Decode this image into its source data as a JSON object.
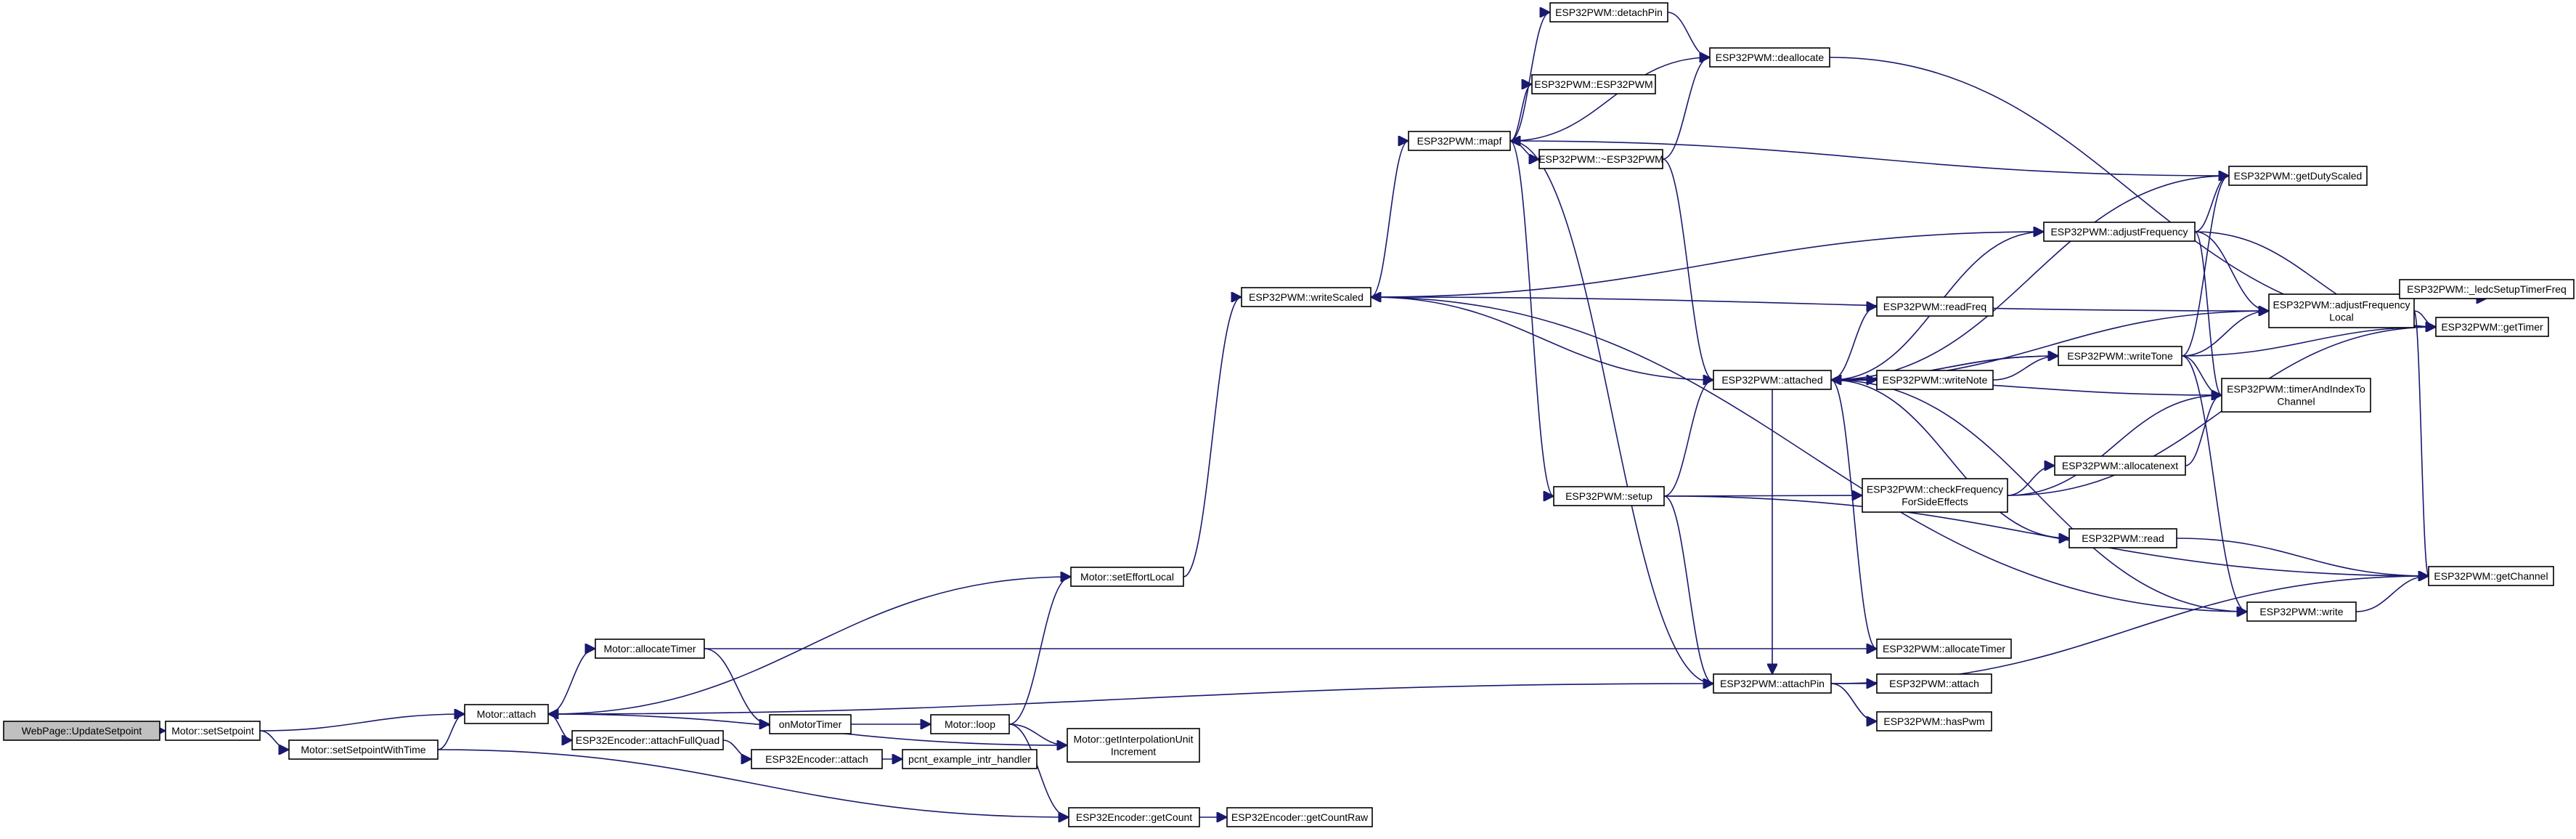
{
  "diagram": {
    "root": "WebPage::UpdateSetpoint",
    "nodes": [
      {
        "id": "webpage_updatesetpoint",
        "lines": [
          "WebPage::UpdateSetpoint"
        ]
      },
      {
        "id": "motor_setsetpoint",
        "lines": [
          "Motor::setSetpoint"
        ]
      },
      {
        "id": "motor_setsetpointwithtime",
        "lines": [
          "Motor::setSetpointWithTime"
        ]
      },
      {
        "id": "motor_attach",
        "lines": [
          "Motor::attach"
        ]
      },
      {
        "id": "motor_allocatetimer",
        "lines": [
          "Motor::allocateTimer"
        ]
      },
      {
        "id": "esp32encoder_attachfullquad",
        "lines": [
          "ESP32Encoder::attachFullQuad"
        ]
      },
      {
        "id": "esp32encoder_attach",
        "lines": [
          "ESP32Encoder::attach"
        ]
      },
      {
        "id": "pcnt_example_intr_handler",
        "lines": [
          "pcnt_example_intr_handler"
        ]
      },
      {
        "id": "onmotortimer",
        "lines": [
          "onMotorTimer"
        ]
      },
      {
        "id": "motor_loop",
        "lines": [
          "Motor::loop"
        ]
      },
      {
        "id": "motor_getinterpolationunitincrement",
        "lines": [
          "Motor::getInterpolationUnit",
          "Increment"
        ]
      },
      {
        "id": "esp32encoder_getcount",
        "lines": [
          "ESP32Encoder::getCount"
        ]
      },
      {
        "id": "esp32encoder_getcountraw",
        "lines": [
          "ESP32Encoder::getCountRaw"
        ]
      },
      {
        "id": "motor_seteffortlocal",
        "lines": [
          "Motor::setEffortLocal"
        ]
      },
      {
        "id": "esp32pwm_writescaled",
        "lines": [
          "ESP32PWM::writeScaled"
        ]
      },
      {
        "id": "esp32pwm_mapf",
        "lines": [
          "ESP32PWM::mapf"
        ]
      },
      {
        "id": "esp32pwm_detachpin",
        "lines": [
          "ESP32PWM::detachPin"
        ]
      },
      {
        "id": "esp32pwm_esp32pwm",
        "lines": [
          "ESP32PWM::ESP32PWM"
        ]
      },
      {
        "id": "esp32pwm_destructor",
        "lines": [
          "ESP32PWM::~ESP32PWM"
        ]
      },
      {
        "id": "esp32pwm_deallocate",
        "lines": [
          "ESP32PWM::deallocate"
        ]
      },
      {
        "id": "esp32pwm_setup",
        "lines": [
          "ESP32PWM::setup"
        ]
      },
      {
        "id": "esp32pwm_attached",
        "lines": [
          "ESP32PWM::attached"
        ]
      },
      {
        "id": "esp32pwm_attachpin",
        "lines": [
          "ESP32PWM::attachPin"
        ]
      },
      {
        "id": "esp32pwm_readfreq",
        "lines": [
          "ESP32PWM::readFreq"
        ]
      },
      {
        "id": "esp32pwm_writenote",
        "lines": [
          "ESP32PWM::writeNote"
        ]
      },
      {
        "id": "esp32pwm_checkfrequencyforsideeffects",
        "lines": [
          "ESP32PWM::checkFrequency",
          "ForSideEffects"
        ]
      },
      {
        "id": "esp32pwm_read",
        "lines": [
          "ESP32PWM::read"
        ]
      },
      {
        "id": "esp32pwm_allocatetimer",
        "lines": [
          "ESP32PWM::allocateTimer"
        ]
      },
      {
        "id": "esp32pwm_attach",
        "lines": [
          "ESP32PWM::attach"
        ]
      },
      {
        "id": "esp32pwm_haspwm",
        "lines": [
          "ESP32PWM::hasPwm"
        ]
      },
      {
        "id": "esp32pwm_adjustfrequency",
        "lines": [
          "ESP32PWM::adjustFrequency"
        ]
      },
      {
        "id": "esp32pwm_writetone",
        "lines": [
          "ESP32PWM::writeTone"
        ]
      },
      {
        "id": "esp32pwm_allocatenext",
        "lines": [
          "ESP32PWM::allocatenext"
        ]
      },
      {
        "id": "esp32pwm_getdutyscaled",
        "lines": [
          "ESP32PWM::getDutyScaled"
        ]
      },
      {
        "id": "esp32pwm_adjustfrequencylocal",
        "lines": [
          "ESP32PWM::adjustFrequency",
          "Local"
        ]
      },
      {
        "id": "esp32pwm_timerandindextochannel",
        "lines": [
          "ESP32PWM::timerAndIndexTo",
          "Channel"
        ]
      },
      {
        "id": "esp32pwm_write",
        "lines": [
          "ESP32PWM::write"
        ]
      },
      {
        "id": "esp32pwm_getchannel",
        "lines": [
          "ESP32PWM::getChannel"
        ]
      },
      {
        "id": "esp32pwm_gettimer",
        "lines": [
          "ESP32PWM::getTimer"
        ]
      },
      {
        "id": "esp32pwm_ledcsetuptimerfreq",
        "lines": [
          "ESP32PWM::_ledcSetupTimerFreq"
        ]
      }
    ],
    "edges": [
      [
        "webpage_updatesetpoint",
        "motor_setsetpoint"
      ],
      [
        "motor_setsetpoint",
        "motor_attach"
      ],
      [
        "motor_setsetpoint",
        "motor_setsetpointwithtime"
      ],
      [
        "motor_setsetpointwithtime",
        "motor_attach"
      ],
      [
        "motor_setsetpointwithtime",
        "esp32encoder_getcount"
      ],
      [
        "motor_attach",
        "motor_allocatetimer"
      ],
      [
        "motor_attach",
        "esp32encoder_attachfullquad"
      ],
      [
        "motor_attach",
        "esp32pwm_attachpin"
      ],
      [
        "motor_allocatetimer",
        "onmotortimer"
      ],
      [
        "motor_allocatetimer",
        "esp32pwm_allocatetimer"
      ],
      [
        "esp32encoder_attachfullquad",
        "esp32encoder_attach"
      ],
      [
        "esp32encoder_attach",
        "pcnt_example_intr_handler"
      ],
      [
        "onmotortimer",
        "motor_loop"
      ],
      [
        "motor_loop",
        "motor_seteffortlocal"
      ],
      [
        "motor_loop",
        "motor_getinterpolationunitincrement"
      ],
      [
        "motor_loop",
        "esp32encoder_getcount"
      ],
      [
        "motor_getinterpolationunitincrement",
        "motor_attach"
      ],
      [
        "esp32encoder_getcount",
        "esp32encoder_getcountraw"
      ],
      [
        "motor_seteffortlocal",
        "motor_attach"
      ],
      [
        "motor_seteffortlocal",
        "esp32pwm_writescaled"
      ],
      [
        "esp32pwm_writescaled",
        "esp32pwm_mapf"
      ],
      [
        "esp32pwm_writescaled",
        "esp32pwm_write"
      ],
      [
        "esp32pwm_mapf",
        "esp32pwm_detachpin"
      ],
      [
        "esp32pwm_mapf",
        "esp32pwm_deallocate"
      ],
      [
        "esp32pwm_mapf",
        "esp32pwm_esp32pwm"
      ],
      [
        "esp32pwm_mapf",
        "esp32pwm_destructor"
      ],
      [
        "esp32pwm_mapf",
        "esp32pwm_setup"
      ],
      [
        "esp32pwm_mapf",
        "esp32pwm_attachpin"
      ],
      [
        "esp32pwm_detachpin",
        "esp32pwm_deallocate"
      ],
      [
        "esp32pwm_destructor",
        "esp32pwm_deallocate"
      ],
      [
        "esp32pwm_destructor",
        "esp32pwm_attached"
      ],
      [
        "esp32pwm_deallocate",
        "esp32pwm_gettimer"
      ],
      [
        "esp32pwm_getdutyscaled",
        "esp32pwm_mapf"
      ],
      [
        "esp32pwm_adjustfrequency",
        "esp32pwm_writescaled"
      ],
      [
        "esp32pwm_adjustfrequencylocal",
        "esp32pwm_writescaled"
      ],
      [
        "esp32pwm_attached",
        "esp32pwm_writescaled"
      ],
      [
        "esp32pwm_setup",
        "esp32pwm_attached"
      ],
      [
        "esp32pwm_setup",
        "esp32pwm_checkfrequencyforsideeffects"
      ],
      [
        "esp32pwm_setup",
        "esp32pwm_getchannel"
      ],
      [
        "esp32pwm_setup",
        "esp32pwm_attachpin"
      ],
      [
        "esp32pwm_attached",
        "esp32pwm_getdutyscaled"
      ],
      [
        "esp32pwm_attached",
        "esp32pwm_adjustfrequency"
      ],
      [
        "esp32pwm_attached",
        "esp32pwm_readfreq"
      ],
      [
        "esp32pwm_attached",
        "esp32pwm_writenote"
      ],
      [
        "esp32pwm_attached",
        "esp32pwm_writetone"
      ],
      [
        "esp32pwm_attached",
        "esp32pwm_timerandindextochannel"
      ],
      [
        "esp32pwm_attached",
        "esp32pwm_read"
      ],
      [
        "esp32pwm_attached",
        "esp32pwm_write"
      ],
      [
        "esp32pwm_attached",
        "esp32pwm_allocatetimer"
      ],
      [
        "esp32pwm_attached",
        "esp32pwm_attachpin"
      ],
      [
        "esp32pwm_writenote",
        "esp32pwm_writetone"
      ],
      [
        "esp32pwm_writetone",
        "esp32pwm_attached"
      ],
      [
        "esp32pwm_writetone",
        "esp32pwm_getdutyscaled"
      ],
      [
        "esp32pwm_writetone",
        "esp32pwm_adjustfrequencylocal"
      ],
      [
        "esp32pwm_writetone",
        "esp32pwm_timerandindextochannel"
      ],
      [
        "esp32pwm_writetone",
        "esp32pwm_gettimer"
      ],
      [
        "esp32pwm_writetone",
        "esp32pwm_write"
      ],
      [
        "esp32pwm_adjustfrequency",
        "esp32pwm_getdutyscaled"
      ],
      [
        "esp32pwm_adjustfrequency",
        "esp32pwm_adjustfrequencylocal"
      ],
      [
        "esp32pwm_adjustfrequency",
        "esp32pwm_timerandindextochannel"
      ],
      [
        "esp32pwm_adjustfrequency",
        "esp32pwm_gettimer"
      ],
      [
        "esp32pwm_adjustfrequencylocal",
        "esp32pwm_attached"
      ],
      [
        "esp32pwm_adjustfrequencylocal",
        "esp32pwm_ledcsetuptimerfreq"
      ],
      [
        "esp32pwm_adjustfrequencylocal",
        "esp32pwm_gettimer"
      ],
      [
        "esp32pwm_adjustfrequencylocal",
        "esp32pwm_getchannel"
      ],
      [
        "esp32pwm_checkfrequencyforsideeffects",
        "esp32pwm_allocatenext"
      ],
      [
        "esp32pwm_checkfrequencyforsideeffects",
        "esp32pwm_timerandindextochannel"
      ],
      [
        "esp32pwm_checkfrequencyforsideeffects",
        "esp32pwm_gettimer"
      ],
      [
        "esp32pwm_allocatenext",
        "esp32pwm_timerandindextochannel"
      ],
      [
        "esp32pwm_read",
        "esp32pwm_getchannel"
      ],
      [
        "esp32pwm_write",
        "esp32pwm_getchannel"
      ],
      [
        "esp32pwm_attachpin",
        "esp32pwm_attach"
      ],
      [
        "esp32pwm_attachpin",
        "esp32pwm_haspwm"
      ],
      [
        "esp32pwm_attachpin",
        "esp32pwm_getchannel"
      ]
    ]
  },
  "colors": {
    "edge": "#191970",
    "node_border": "#000000",
    "node_fill": "#ffffff",
    "root_fill": "#c0c0c0",
    "background": "#ffffff"
  }
}
